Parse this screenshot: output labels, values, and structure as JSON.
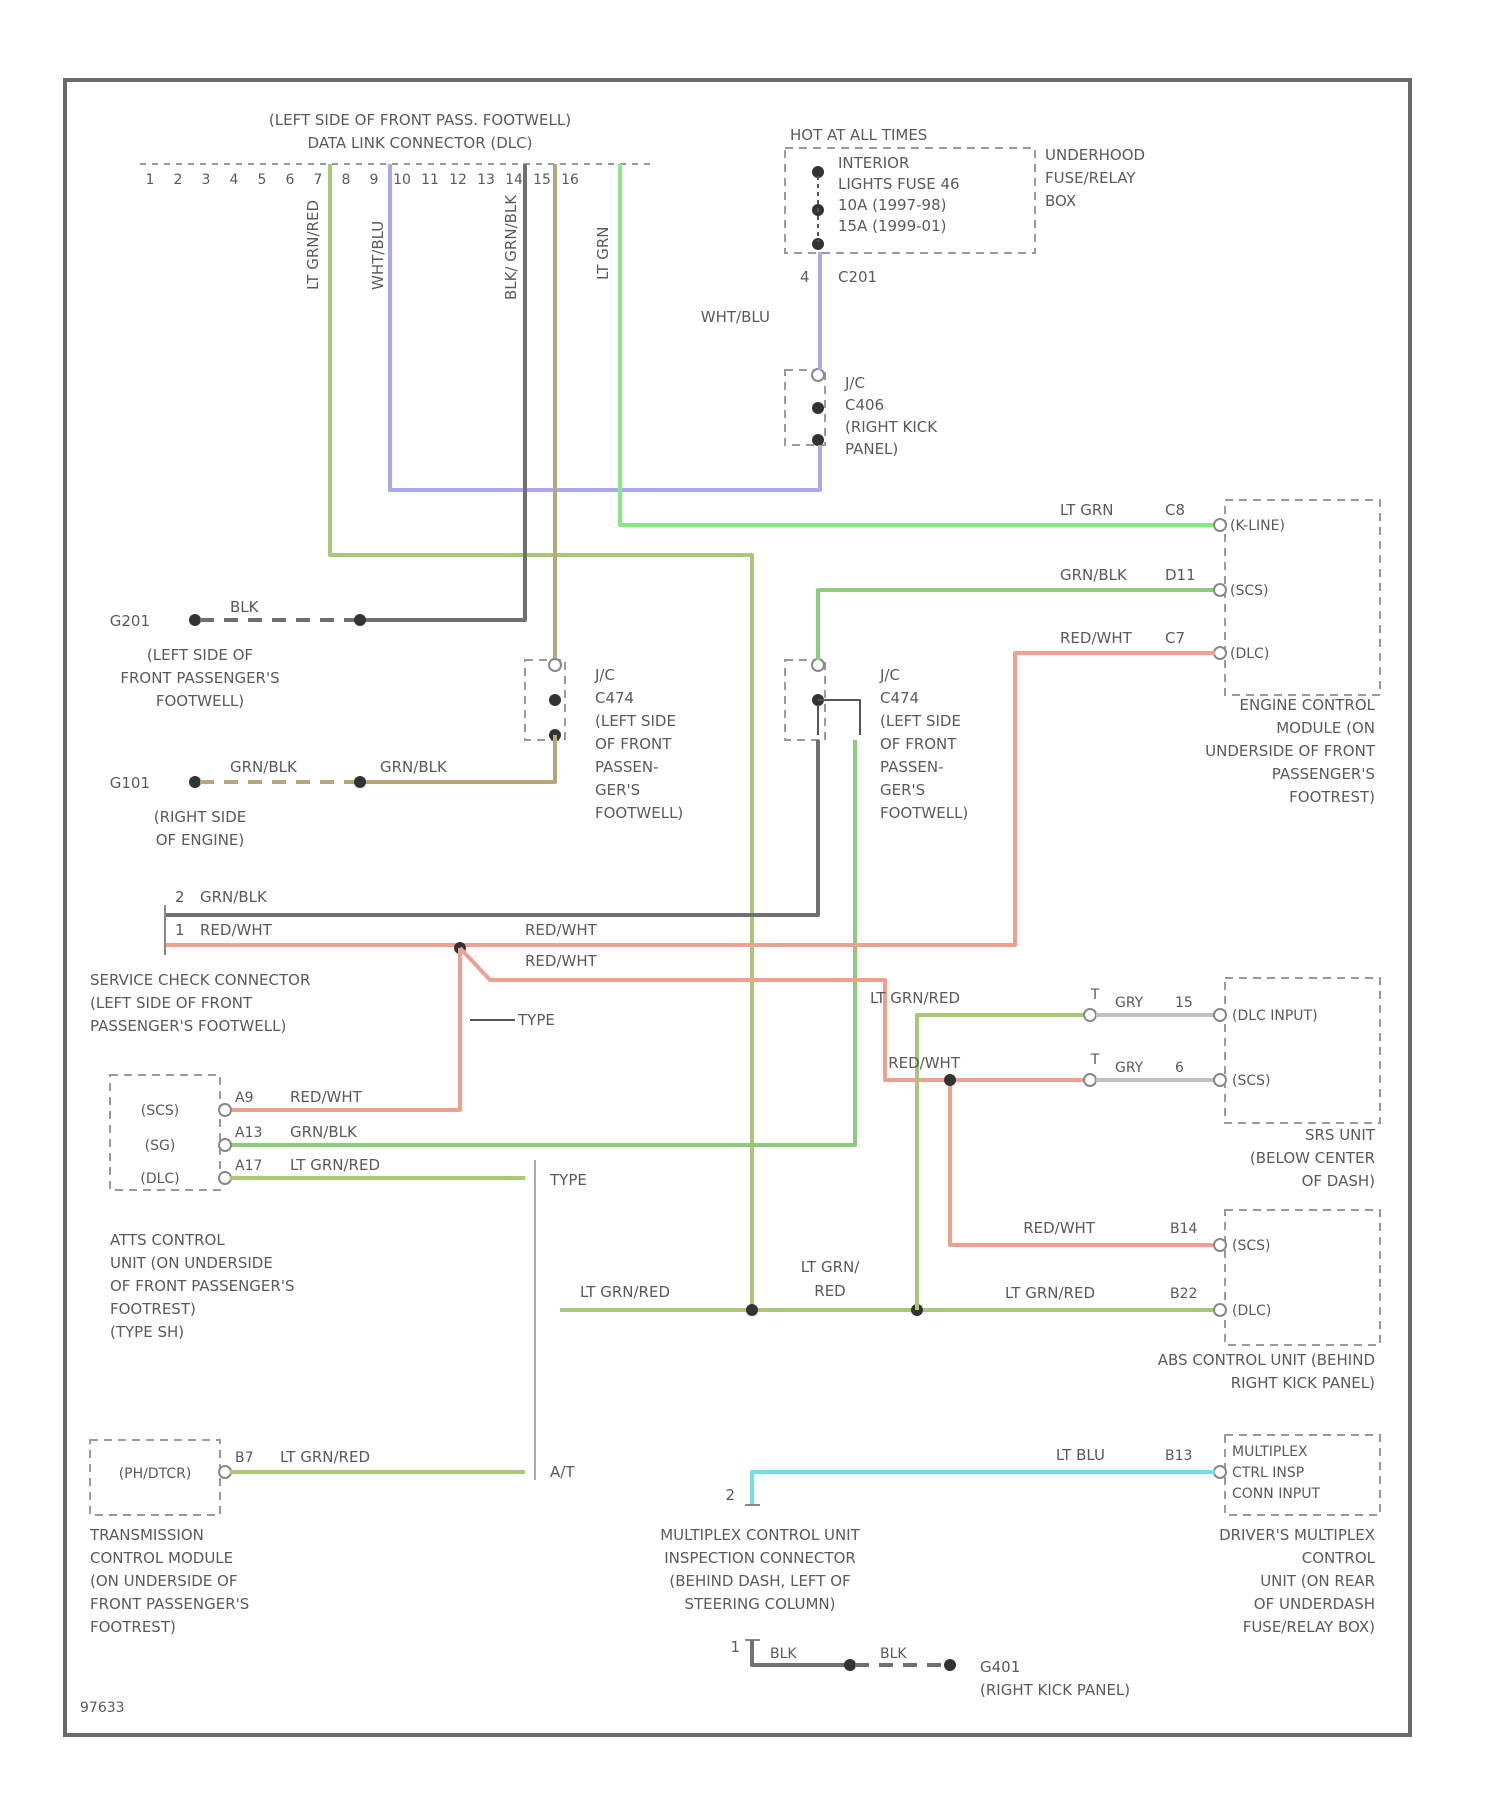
{
  "colors": {
    "frame": "#6a6a6a",
    "text": "#5a5a5a",
    "lt_grn_red": "#a8c878",
    "wht_blu": "#a9a9f0",
    "blk": "#707070",
    "brn_blk": "#b8a878",
    "lt_grn": "#88e888",
    "grn_blk": "#8ccc78",
    "red_wht": "#f0a090",
    "gry": "#c0c0c0",
    "lt_blu": "#70e0e8"
  },
  "dlc": {
    "title_line1": "(LEFT SIDE OF FRONT PASS. FOOTWELL)",
    "title_line2": "DATA LINK CONNECTOR (DLC)",
    "pins": [
      "1",
      "2",
      "3",
      "4",
      "5",
      "6",
      "7",
      "8",
      "9",
      "10",
      "11",
      "12",
      "13",
      "14",
      "15",
      "16"
    ],
    "wire_labels": [
      "LT GRN/RED",
      "WHT/BLU",
      "BLK/ GRN/BLK",
      "LT GRN"
    ]
  },
  "fuse_box": {
    "hot_label": "HOT AT ALL TIMES",
    "lines": [
      "INTERIOR",
      "LIGHTS FUSE 46",
      "10A  (1997-98)",
      "15A  (1999-01)"
    ],
    "box_label": [
      "UNDERHOOD",
      "FUSE/RELAY",
      "BOX"
    ],
    "pin": "4",
    "connector": "C201",
    "wire": "WHT/BLU"
  },
  "jc_right_kick": {
    "lines": [
      "J/C",
      "C406",
      "(RIGHT KICK",
      "PANEL)"
    ]
  },
  "ground_g201": {
    "id": "G201",
    "wire": "BLK",
    "desc": [
      "(LEFT SIDE OF",
      "FRONT PASSENGER'S",
      "FOOTWELL)"
    ]
  },
  "ground_g101": {
    "id": "G101",
    "wire1": "GRN/BLK",
    "wire2": "GRN/BLK",
    "desc": [
      "(RIGHT SIDE",
      "OF ENGINE)"
    ]
  },
  "jc_left1": {
    "lines": [
      "J/C",
      "C474",
      "(LEFT SIDE",
      "OF FRONT",
      "PASSEN-",
      "GER'S",
      "FOOTWELL)"
    ]
  },
  "jc_left2": {
    "lines": [
      "J/C",
      "C474",
      "(LEFT SIDE",
      "OF FRONT",
      "PASSEN-",
      "GER'S",
      "FOOTWELL)"
    ]
  },
  "ecm": {
    "pins": [
      {
        "wire": "LT GRN",
        "pin": "C8",
        "label": "(K-LINE)"
      },
      {
        "wire": "GRN/BLK",
        "pin": "D11",
        "label": "(SCS)"
      },
      {
        "wire": "RED/WHT",
        "pin": "C7",
        "label": "(DLC)"
      }
    ],
    "desc": [
      "ENGINE CONTROL",
      "MODULE (ON",
      "UNDERSIDE OF FRONT",
      "PASSENGER'S",
      "FOOTREST)"
    ]
  },
  "service_check": {
    "pin2": "2",
    "wire2": "GRN/BLK",
    "pin1": "1",
    "wire1": "RED/WHT",
    "wire_a": "RED/WHT",
    "wire_b": "RED/WHT",
    "desc": [
      "SERVICE CHECK CONNECTOR",
      "(LEFT SIDE OF FRONT",
      "PASSENGER'S FOOTWELL)"
    ],
    "type_label": "TYPE"
  },
  "atts": {
    "rows": [
      {
        "label": "(SCS)",
        "pin": "A9",
        "wire": "RED/WHT"
      },
      {
        "label": "(SG)",
        "pin": "A13",
        "wire": "GRN/BLK"
      },
      {
        "label": "(DLC)",
        "pin": "A17",
        "wire": "LT GRN/RED"
      }
    ],
    "type_label": "TYPE",
    "desc": [
      "ATTS CONTROL",
      "UNIT (ON UNDERSIDE",
      "OF FRONT PASSENGER'S",
      "FOOTREST)",
      "(TYPE SH)"
    ]
  },
  "srs": {
    "rows": [
      {
        "wire": "LT GRN/RED",
        "conn_wire": "GRY",
        "pin": "15",
        "label": "(DLC INPUT)"
      },
      {
        "wire": "RED/WHT",
        "conn_wire": "GRY",
        "pin": "6",
        "label": "(SCS)"
      }
    ],
    "desc": [
      "SRS UNIT",
      "(BELOW CENTER",
      "OF DASH)"
    ]
  },
  "abs": {
    "rows": [
      {
        "wire": "RED/WHT",
        "pin": "B14",
        "label": "(SCS)"
      },
      {
        "wire": "LT GRN/RED",
        "pin": "B22",
        "label": "(DLC)"
      }
    ],
    "bus_wire_left": "LT GRN/RED",
    "bus_wire_mid_line1": "LT GRN/",
    "bus_wire_mid_line2": "RED",
    "desc": [
      "ABS CONTROL UNIT (BEHIND",
      "RIGHT KICK PANEL)"
    ]
  },
  "tcm": {
    "label": "(PH/DTCR)",
    "pin": "B7",
    "wire": "LT GRN/RED",
    "at_label": "A/T",
    "desc": [
      "TRANSMISSION",
      "CONTROL MODULE",
      "(ON UNDERSIDE OF",
      "FRONT PASSENGER'S",
      "FOOTREST)"
    ]
  },
  "multiplex": {
    "wire": "LT BLU",
    "pin": "B13",
    "box_lines": [
      "MULTIPLEX",
      "CTRL INSP",
      "CONN INPUT"
    ],
    "pin2": "2",
    "insp_desc": [
      "MULTIPLEX CONTROL UNIT",
      "INSPECTION CONNECTOR",
      "(BEHIND DASH, LEFT OF",
      "STEERING COLUMN)"
    ],
    "unit_desc": [
      "DRIVER'S MULTIPLEX",
      "CONTROL",
      "UNIT (ON REAR",
      "OF UNDERDASH",
      "FUSE/RELAY BOX)"
    ]
  },
  "ground_g401": {
    "pin": "1",
    "wire1": "BLK",
    "wire2": "BLK",
    "id": "G401",
    "desc": "(RIGHT KICK PANEL)"
  },
  "diagram_id": "97633"
}
